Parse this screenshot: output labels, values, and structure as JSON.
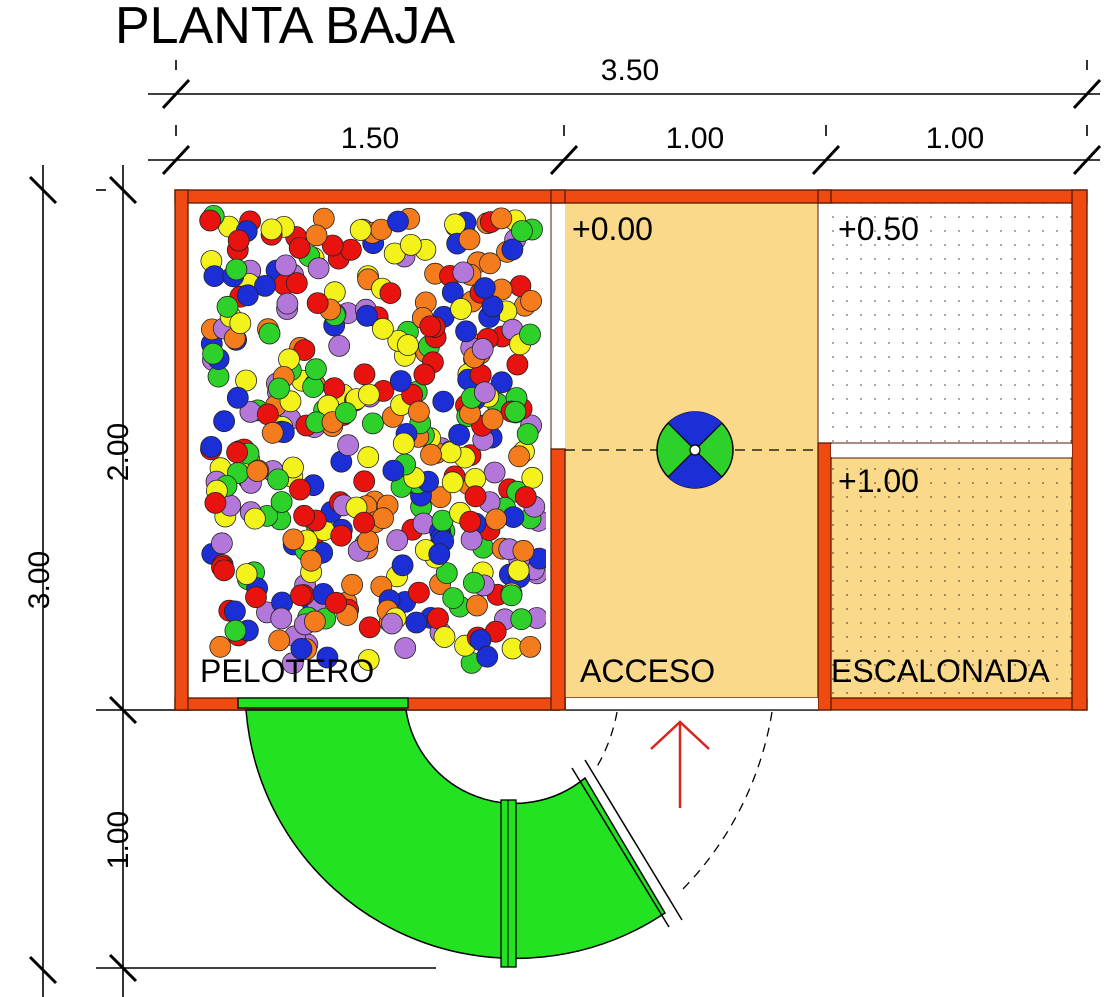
{
  "title": "PLANTA BAJA",
  "dimensions": {
    "overall_width": "3.50",
    "width_pelotero": "1.50",
    "width_acceso": "1.00",
    "width_escalonada": "1.00",
    "overall_height": "3.00",
    "height_upper": "2.00",
    "height_lower": "1.00"
  },
  "rooms": {
    "pelotero": "PELOTERO",
    "acceso": "ACCESO",
    "escalonada": "ESCALONADA"
  },
  "levels": {
    "acceso": "+0.00",
    "escalonada_top": "+0.50",
    "escalonada_bottom": "+1.00"
  },
  "colors": {
    "wall": "#ee4a12",
    "wall_outline": "#5a1a00",
    "floor_yellow": "#fbd98a",
    "slide_green": "#22e222",
    "arrow_red": "#d8261c",
    "dotted_floor": "#ffffff"
  },
  "ball_colors": [
    "#e8120f",
    "#1c2fd6",
    "#2ed12a",
    "#f47c1c",
    "#b277d8",
    "#f3f21b"
  ],
  "icons": {
    "entry_arrow": "up-arrow-icon",
    "tunnel_symbol": "tunnel-cross-icon"
  }
}
